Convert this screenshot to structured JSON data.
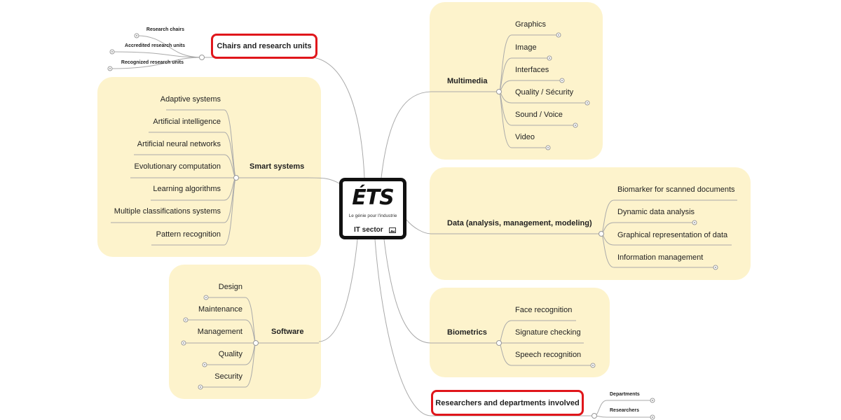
{
  "center": {
    "logo": "ÉTS",
    "tagline": "Le génie pour l'industrie",
    "title": "IT sector"
  },
  "chairs": {
    "title": "Chairs and research  units",
    "items": [
      "Research chairs",
      "Accredited research units",
      "Recognized research units"
    ]
  },
  "smart": {
    "title": "Smart systems",
    "items": [
      "Adaptive systems",
      "Artificial intelligence",
      "Artificial neural networks",
      "Evolutionary computation",
      "Learning algorithms",
      "Multiple classifications systems",
      "Pattern recognition"
    ]
  },
  "software": {
    "title": "Software",
    "items": [
      "Design",
      "Maintenance",
      "Management",
      "Quality",
      "Security"
    ]
  },
  "multimedia": {
    "title": "Multimedia",
    "items": [
      "Graphics",
      "Image",
      "Interfaces",
      "Quality / Sécurity",
      "Sound / Voice",
      "Video"
    ]
  },
  "data": {
    "title": "Data (analysis, management, modeling)",
    "items": [
      "Biomarker for scanned documents",
      "Dynamic data analysis",
      "Graphical representation of data",
      "Information management"
    ]
  },
  "biometrics": {
    "title": "Biometrics",
    "items": [
      "Face recognition",
      "Signature checking",
      "Speech recognition"
    ]
  },
  "researchers": {
    "title": "Researchers and departments involved",
    "items": [
      "Departments",
      "Researchers"
    ]
  },
  "colors": {
    "group_fill": "#fdf3cc",
    "highlight_border": "#e0161b",
    "line": "#aaaaaa",
    "center_border": "#111111"
  }
}
